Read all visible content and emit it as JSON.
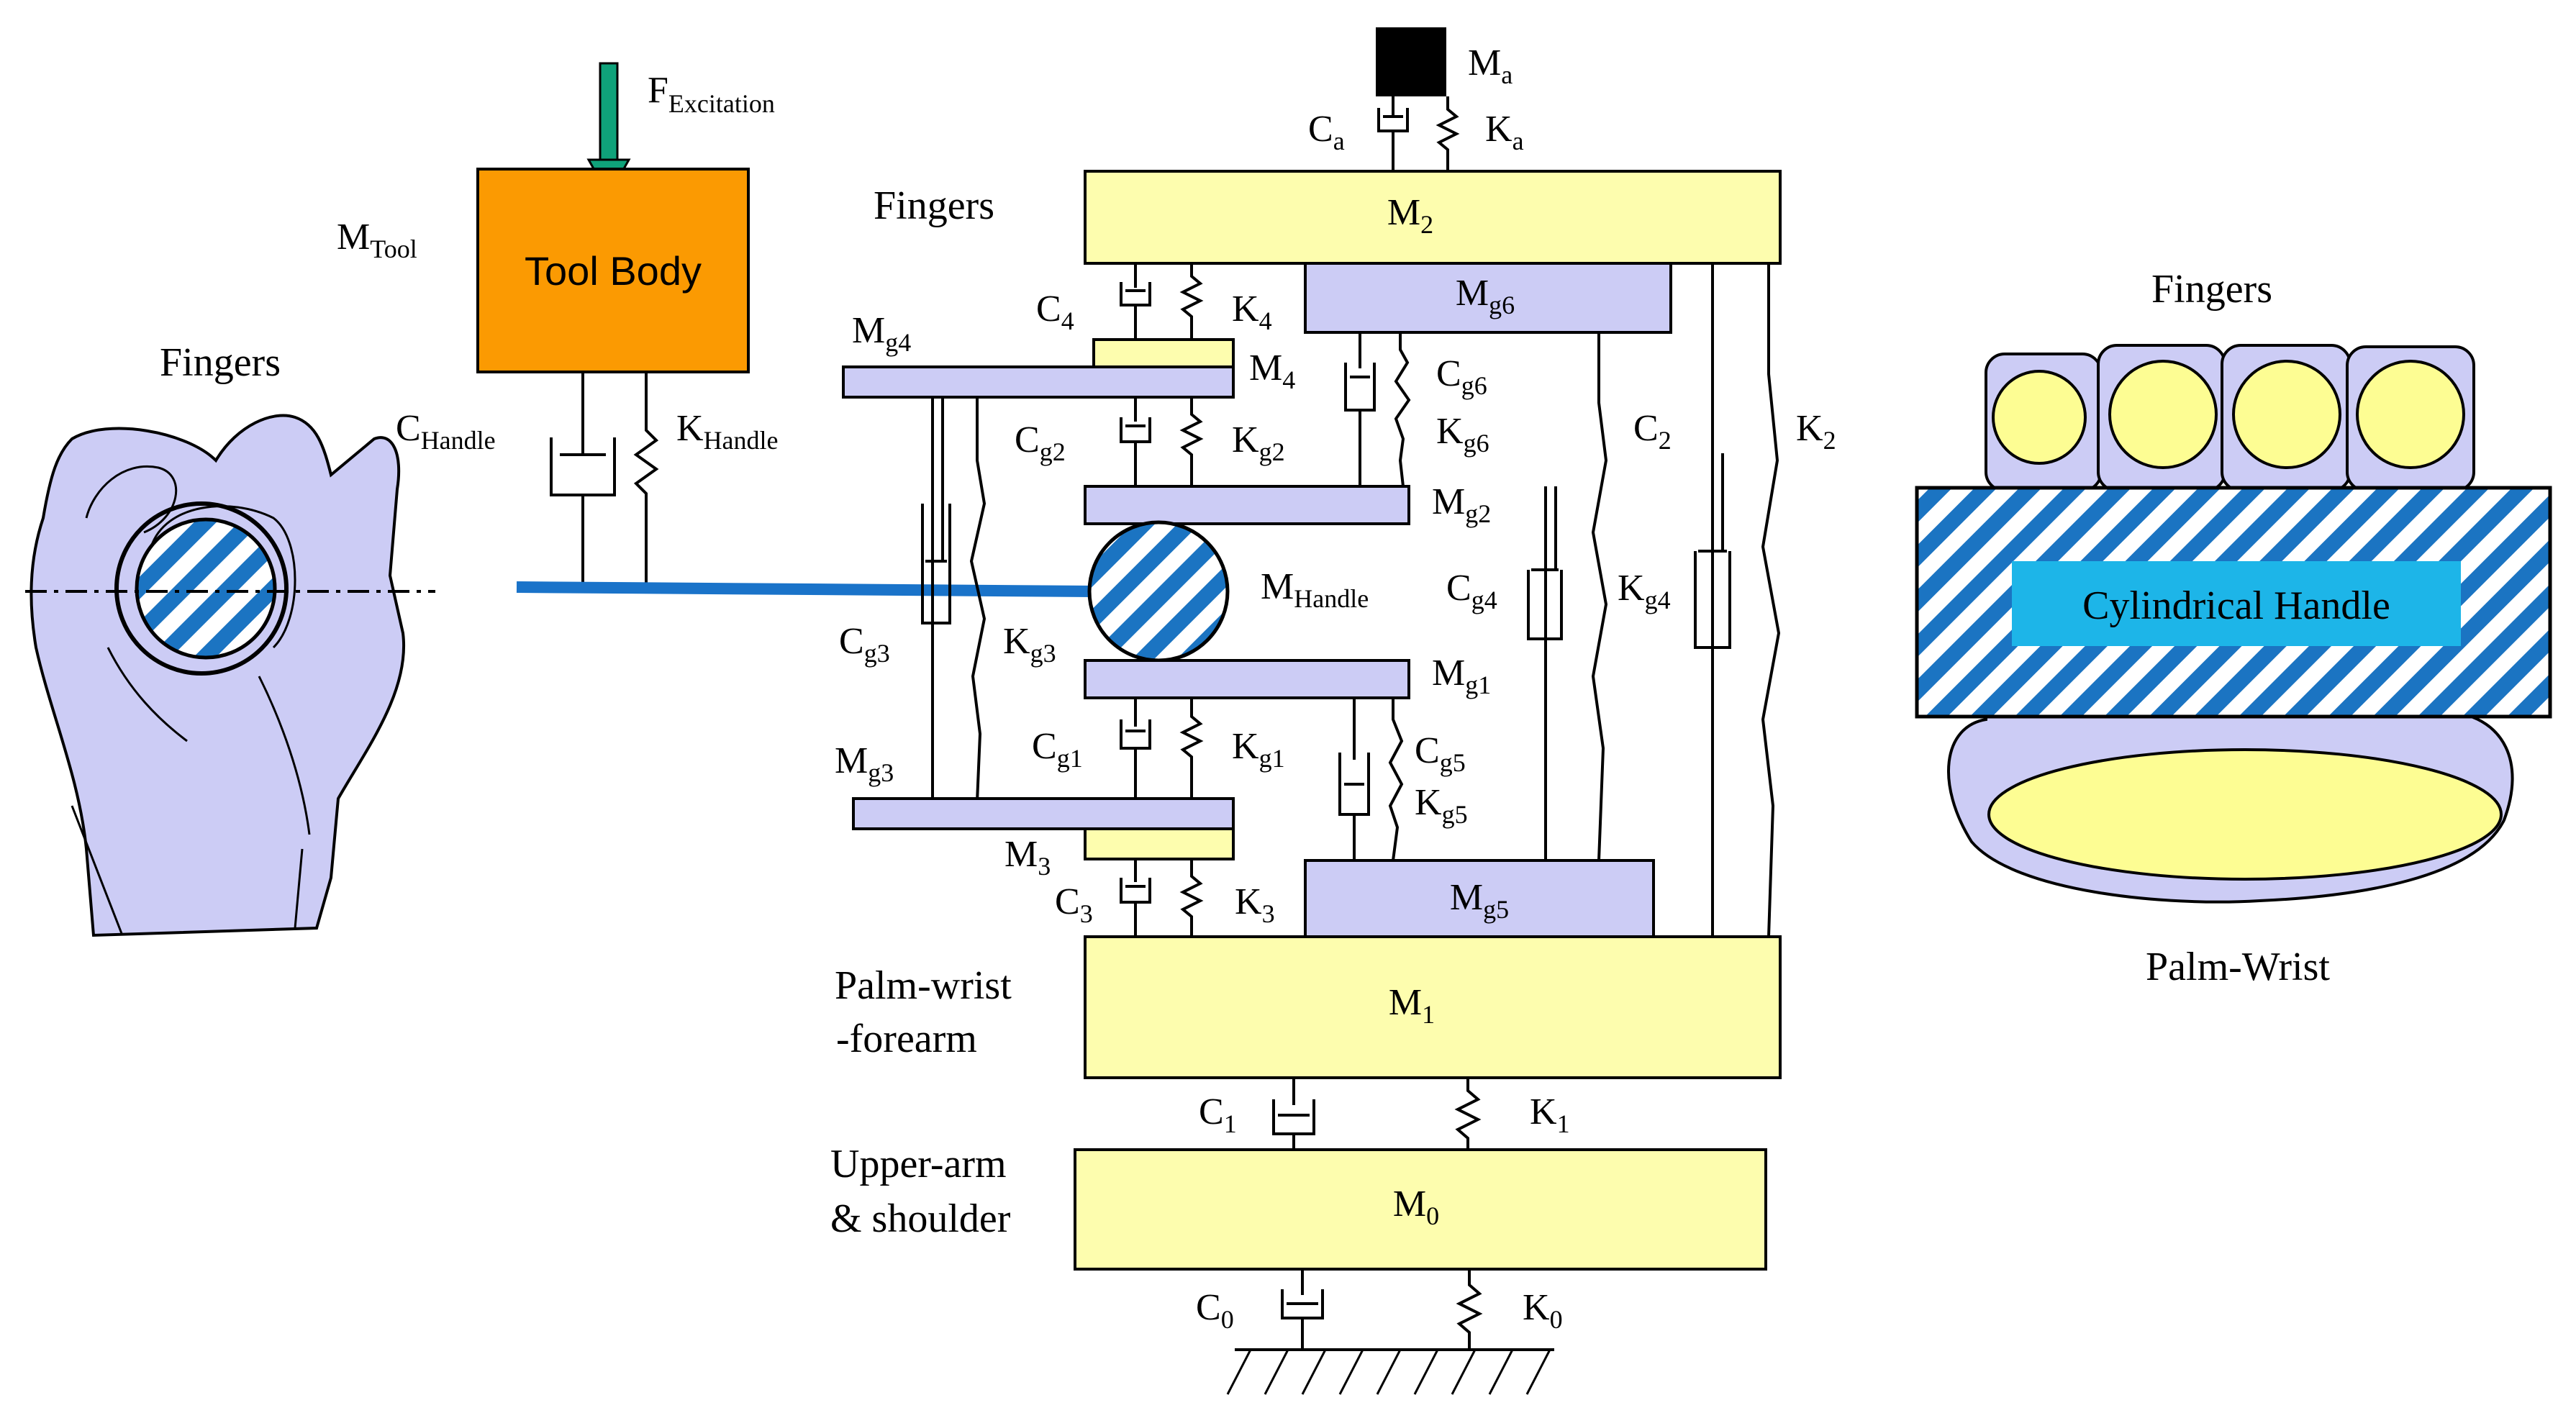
{
  "colors": {
    "yellow_mass": "#fdfdae",
    "lavender_mass": "#ccccf5",
    "tool_body": "#fb9a02",
    "handle_stripe": "#1b74c2",
    "handle_label_bg": "#1db5e8",
    "excitation_arrow": "#0fa27a",
    "handle_bar": "#1a73c9",
    "mass_a": "#000000",
    "hand_fill": "#ccccf5"
  },
  "left_hand": {
    "fingers_label": "Fingers"
  },
  "tool": {
    "force_label": "F",
    "force_sub": "Excitation",
    "mass_label": "M",
    "mass_sub": "Tool",
    "body_label": "Tool Body",
    "c_handle_label": "C",
    "c_handle_sub": "Handle",
    "k_handle_label": "K",
    "k_handle_sub": "Handle"
  },
  "model": {
    "ma": {
      "label": "M",
      "sub": "a"
    },
    "ca": {
      "label": "C",
      "sub": "a"
    },
    "ka": {
      "label": "K",
      "sub": "a"
    },
    "fingers_label": "Fingers",
    "m2": {
      "label": "M",
      "sub": "2"
    },
    "mg6": {
      "label": "M",
      "sub": "g6"
    },
    "c4": {
      "label": "C",
      "sub": "4"
    },
    "k4": {
      "label": "K",
      "sub": "4"
    },
    "mg4": {
      "label": "M",
      "sub": "g4"
    },
    "m4": {
      "label": "M",
      "sub": "4"
    },
    "cg6": {
      "label": "C",
      "sub": "g6"
    },
    "kg6": {
      "label": "K",
      "sub": "g6"
    },
    "cg2": {
      "label": "C",
      "sub": "g2"
    },
    "kg2": {
      "label": "K",
      "sub": "g2"
    },
    "c2": {
      "label": "C",
      "sub": "2"
    },
    "k2": {
      "label": "K",
      "sub": "2"
    },
    "mg2": {
      "label": "M",
      "sub": "g2"
    },
    "mhandle": {
      "label": "M",
      "sub": "Handle"
    },
    "cg4": {
      "label": "C",
      "sub": "g4"
    },
    "kg4": {
      "label": "K",
      "sub": "g4"
    },
    "cg3": {
      "label": "C",
      "sub": "g3"
    },
    "kg3": {
      "label": "K",
      "sub": "g3"
    },
    "mg1": {
      "label": "M",
      "sub": "g1"
    },
    "cg1": {
      "label": "C",
      "sub": "g1"
    },
    "kg1": {
      "label": "K",
      "sub": "g1"
    },
    "cg5": {
      "label": "C",
      "sub": "g5"
    },
    "kg5": {
      "label": "K",
      "sub": "g5"
    },
    "mg3": {
      "label": "M",
      "sub": "g3"
    },
    "m3": {
      "label": "M",
      "sub": "3"
    },
    "c3": {
      "label": "C",
      "sub": "3"
    },
    "k3": {
      "label": "K",
      "sub": "3"
    },
    "mg5": {
      "label": "M",
      "sub": "g5"
    },
    "palm_label_1": "Palm-wrist",
    "palm_label_2": "-forearm",
    "m1": {
      "label": "M",
      "sub": "1"
    },
    "c1": {
      "label": "C",
      "sub": "1"
    },
    "k1": {
      "label": "K",
      "sub": "1"
    },
    "upper_label_1": "Upper-arm",
    "upper_label_2": "& shoulder",
    "m0": {
      "label": "M",
      "sub": "0"
    },
    "c0": {
      "label": "C",
      "sub": "0"
    },
    "k0": {
      "label": "K",
      "sub": "0"
    }
  },
  "right_section": {
    "fingers_label": "Fingers",
    "handle_label": "Cylindrical Handle",
    "palm_label": "Palm-Wrist"
  }
}
